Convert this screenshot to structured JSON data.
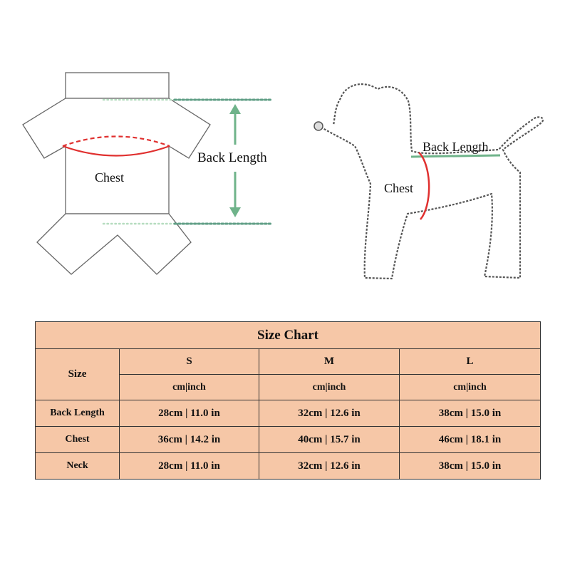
{
  "diagram": {
    "shirt": {
      "back_length_label": "Back Length",
      "chest_label": "Chest"
    },
    "dog": {
      "back_length_label": "Back Length",
      "chest_label": "Chest"
    }
  },
  "table": {
    "title": "Size Chart",
    "size_label": "Size",
    "sizes": [
      "S",
      "M",
      "L"
    ],
    "unit_label": "cm|inch",
    "rows": [
      {
        "label": "Back Length",
        "values": [
          "28cm | 11.0 in",
          "32cm | 12.6 in",
          "38cm | 15.0 in"
        ]
      },
      {
        "label": "Chest",
        "values": [
          "36cm | 14.2 in",
          "40cm | 15.7 in",
          "46cm | 18.1 in"
        ]
      },
      {
        "label": "Neck",
        "values": [
          "28cm | 11.0 in",
          "32cm | 12.6 in",
          "38cm | 15.0 in"
        ]
      }
    ]
  },
  "colors": {
    "table_bg": "#f6c7a7",
    "chest_line": "#e0302f",
    "measure_line": "#6fb38a",
    "chain": "#555555"
  }
}
